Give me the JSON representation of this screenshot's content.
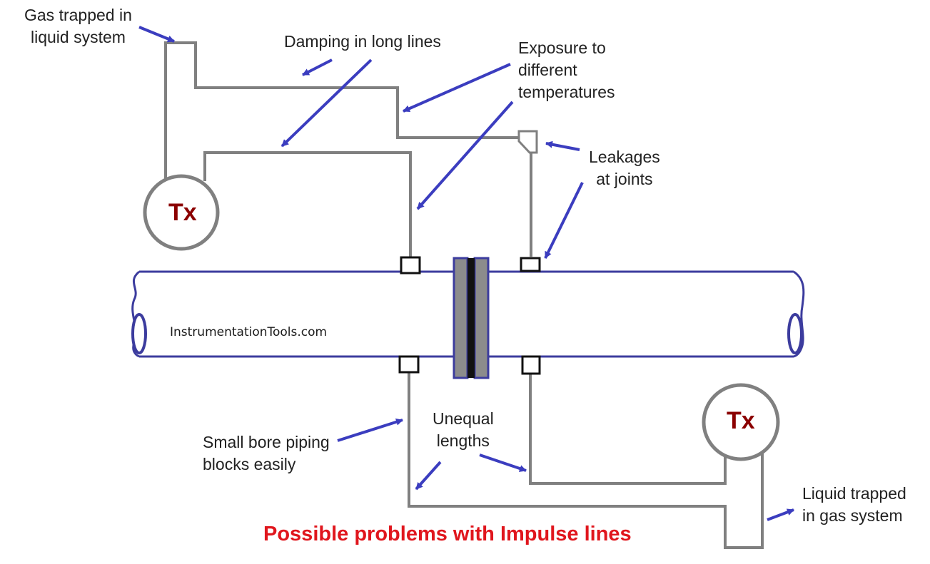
{
  "labels": {
    "gas_trapped": [
      "Gas trapped in",
      "liquid system"
    ],
    "damping": "Damping in long lines",
    "exposure": [
      "Exposure to",
      "different",
      "temperatures"
    ],
    "leakages": [
      "Leakages",
      "at joints"
    ],
    "small_bore": [
      "Small bore piping",
      "blocks easily"
    ],
    "unequal": [
      "Unequal",
      "lengths"
    ],
    "liquid_trapped": [
      "Liquid trapped",
      "in gas system"
    ]
  },
  "transmitters": {
    "upper": "Tx",
    "lower": "Tx"
  },
  "watermark": "InstrumentationTools.com",
  "caption": "Possible problems with Impulse lines",
  "colors": {
    "line": "#808080",
    "pipe": "#3c3c9e",
    "arrow": "#3b3dbf",
    "tx_text": "#8b0000",
    "caption": "#e0161d"
  }
}
